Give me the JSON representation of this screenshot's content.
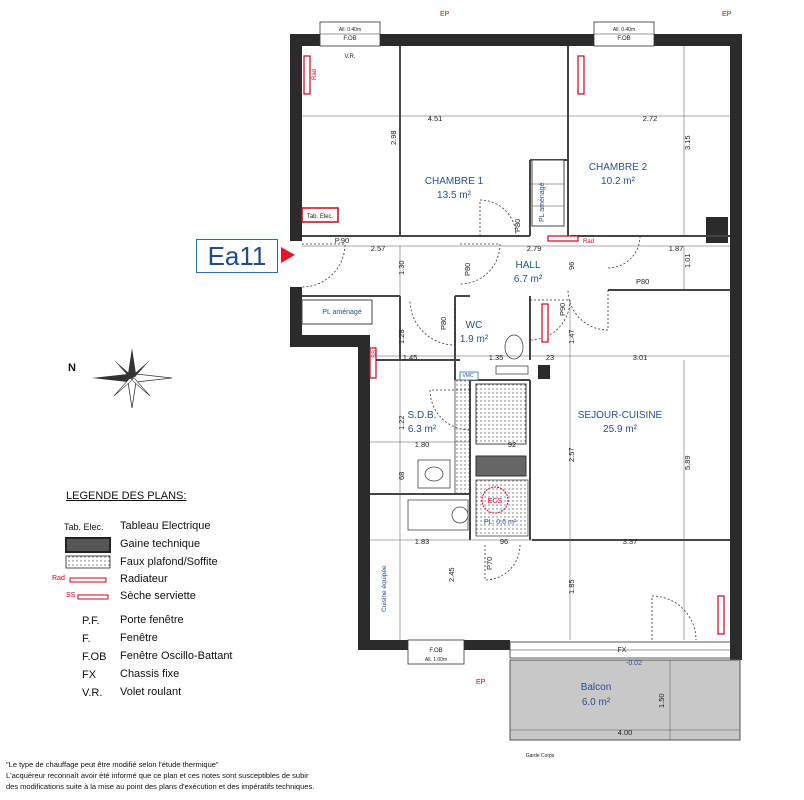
{
  "lot": {
    "name": "Ea11"
  },
  "compass": {
    "north": "N"
  },
  "rooms": [
    {
      "id": "chambre1",
      "name": "CHAMBRE 1",
      "area": "13.5 m²"
    },
    {
      "id": "chambre2",
      "name": "CHAMBRE 2",
      "area": "10.2 m²"
    },
    {
      "id": "hall",
      "name": "HALL",
      "area": "6.7 m²"
    },
    {
      "id": "wc",
      "name": "WC",
      "area": "1.9 m²"
    },
    {
      "id": "sdb",
      "name": "S.D.B.",
      "area": "6.3 m²"
    },
    {
      "id": "sejour",
      "name": "SEJOUR-CUISINE",
      "area": "25.9 m²"
    },
    {
      "id": "balcon",
      "name": "Balcon",
      "area": "6.0 m²"
    }
  ],
  "plan_labels": {
    "ep": "EP",
    "tab_elec": "Tab. Elec.",
    "fob": "F.OB",
    "vr": "V.R.",
    "ai_top": "All. 0.40m",
    "ai_bottom": "All. 1.00m",
    "fx": "FX",
    "pl_amenage": "PL aménagé",
    "pl_amenage_v": "PL aménagé",
    "pl_06": "PL. 0.6 m²",
    "ecs": "ECS",
    "vmc": "VMC",
    "rad": "Rad",
    "ss": "SS",
    "cuisine_equipee": "Cuisine équipée",
    "garde_corps": "Garde Corps",
    "level": "-0.02",
    "p90": "P.90",
    "p80": "P80",
    "p90b": "P90",
    "p70": "P70"
  },
  "dimensions": {
    "d451": "4.51",
    "d272": "2.72",
    "d298": "2.98",
    "d315": "3.15",
    "d257": "2.57",
    "d279": "2.79",
    "d187": "1.87",
    "d130": "1.30",
    "d096": "96",
    "d101": "1.01",
    "d128": "1.28",
    "d145": "1.45",
    "d135": "1.35",
    "d023": "23",
    "d301": "3.01",
    "d147": "1.47",
    "d122": "1.22",
    "d180": "1.80",
    "d092": "92",
    "d257b": "2.57",
    "d589": "5.89",
    "d068": "68",
    "d183": "1.83",
    "d096b": "96",
    "d337": "3.37",
    "d245": "2.45",
    "d185": "1.85",
    "d150": "1.50",
    "d400": "4.00"
  },
  "legend": {
    "title": "LEGENDE DES PLANS:",
    "items": [
      {
        "symbol": "Tab. Elec.",
        "text": "Tableau Electrique"
      },
      {
        "symbol": "",
        "text": "Gaine technique"
      },
      {
        "symbol": "",
        "text": "Faux plafond/Soffite"
      },
      {
        "symbol": "Rad",
        "text": "Radiateur"
      },
      {
        "symbol": "SS",
        "text": "Sèche serviette"
      },
      {
        "symbol": "P.F.",
        "text": "Porte fenêtre"
      },
      {
        "symbol": "F.",
        "text": "Fenêtre"
      },
      {
        "symbol": "F.OB",
        "text": "Fenêtre Oscillo-Battant"
      },
      {
        "symbol": "FX",
        "text": "Chassis fixe"
      },
      {
        "symbol": "V.R.",
        "text": "Volet roulant"
      }
    ]
  },
  "footnotes": [
    "\"Le type de chauffage peut être modifié selon l'étude thermique\"",
    "L'acquéreur reconnaît avoir été informé que ce plan et ces notes sont susceptibles de subir",
    "des modifications suite à la mise au point des plans d'exécution et des impératifs techniques."
  ],
  "colors": {
    "wall": "#2b2b2b",
    "accent": "#d0021b",
    "label": "#2a4f8f",
    "balcony": "#c8c8c8"
  }
}
